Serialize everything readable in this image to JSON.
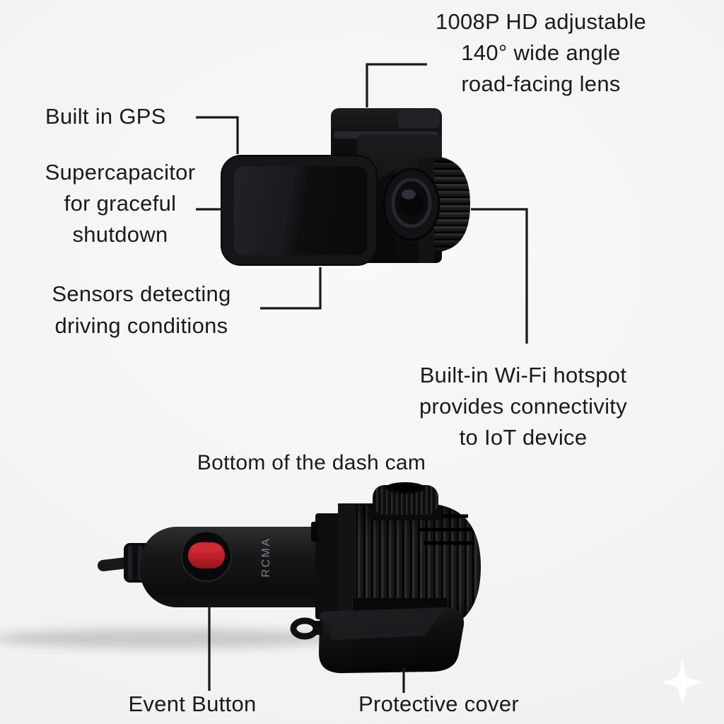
{
  "page": {
    "background": "#f4f4f5",
    "ink": "#1b1b1d"
  },
  "colors": {
    "device_black": "#111113",
    "screen_black": "#1a1a1e",
    "accent_red": "#c0202a",
    "leader_line": "#18181a",
    "sparkle_white": "#ffffff"
  },
  "annotations": {
    "lens": {
      "lines": [
        "1008P HD adjustable",
        "140° wide angle",
        "road-facing lens"
      ]
    },
    "gps": {
      "lines": [
        "Built in GPS"
      ]
    },
    "supercapacitor": {
      "lines": [
        "Supercapacitor",
        "for graceful",
        "shutdown"
      ]
    },
    "sensors": {
      "lines": [
        "Sensors detecting",
        "driving conditions"
      ]
    },
    "wifi": {
      "lines": [
        "Built-in Wi-Fi hotspot",
        "provides connectivity",
        "to IoT device"
      ]
    },
    "event_button": {
      "lines": [
        "Event Button"
      ]
    },
    "protective_cover": {
      "lines": [
        "Protective cover"
      ]
    }
  },
  "captions": {
    "bottom_view": "Bottom of the dash cam"
  },
  "device_markings": {
    "body_print": "RCMA"
  }
}
